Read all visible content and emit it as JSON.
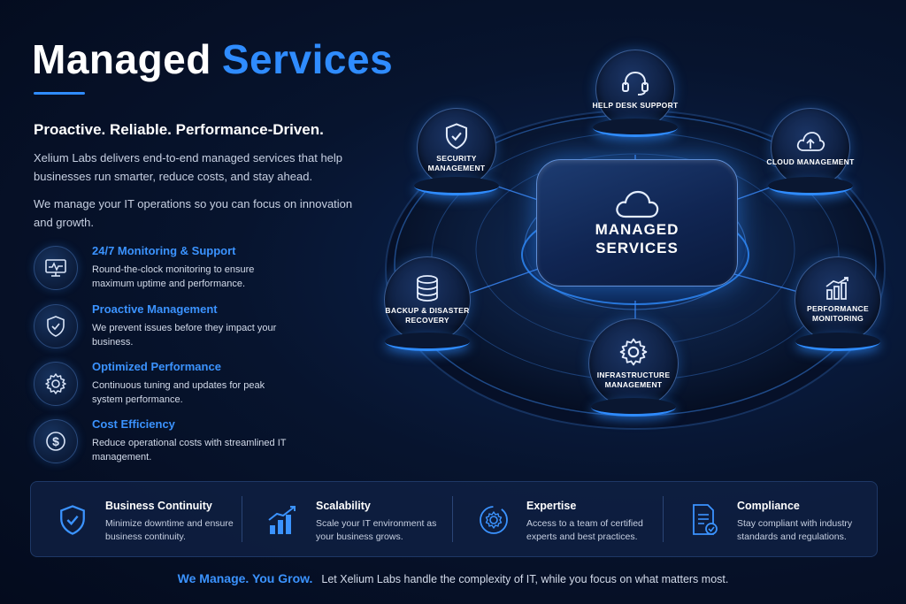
{
  "header": {
    "title_part1": "Managed",
    "title_part2": "Services",
    "tagline": "Proactive. Reliable. Performance-Driven.",
    "intro1": "Xelium Labs delivers end-to-end managed services that help businesses run smarter, reduce costs, and stay ahead.",
    "intro2": "We manage your IT operations so you can focus on innovation and growth."
  },
  "features": [
    {
      "icon": "monitor-pulse-icon",
      "title": "24/7 Monitoring & Support",
      "desc": "Round-the-clock monitoring to ensure maximum uptime and performance."
    },
    {
      "icon": "shield-check-icon",
      "title": "Proactive Management",
      "desc": "We prevent issues before they impact your business."
    },
    {
      "icon": "gear-icon",
      "title": "Optimized Performance",
      "desc": "Continuous tuning and updates for peak system performance."
    },
    {
      "icon": "dollar-icon",
      "title": "Cost Efficiency",
      "desc": "Reduce operational costs with streamlined IT management."
    }
  ],
  "diagram": {
    "center": "MANAGED SERVICES",
    "nodes": [
      {
        "icon": "headset-icon",
        "label": "HELP DESK SUPPORT"
      },
      {
        "icon": "shield-check-icon",
        "label": "SECURITY MANAGEMENT"
      },
      {
        "icon": "cloud-upload-icon",
        "label": "CLOUD MANAGEMENT"
      },
      {
        "icon": "database-icon",
        "label": "BACKUP & DISASTER RECOVERY"
      },
      {
        "icon": "bar-chart-icon",
        "label": "PERFORMANCE MONITORING"
      },
      {
        "icon": "gear-icon",
        "label": "INFRASTRUCTURE MANAGEMENT"
      }
    ]
  },
  "benefits": [
    {
      "icon": "shield-check-icon",
      "title": "Business Continuity",
      "desc": "Minimize downtime and ensure business continuity."
    },
    {
      "icon": "growth-chart-icon",
      "title": "Scalability",
      "desc": "Scale your IT environment as your business grows."
    },
    {
      "icon": "gear-cycle-icon",
      "title": "Expertise",
      "desc": "Access to a team of certified experts and best practices."
    },
    {
      "icon": "document-check-icon",
      "title": "Compliance",
      "desc": "Stay compliant with industry standards and regulations."
    }
  ],
  "footer": {
    "slogan": "We Manage. You Grow.",
    "text": "Let Xelium Labs handle the complexity of IT, while you focus on what matters most."
  },
  "colors": {
    "accent": "#2f8cff",
    "background": "#07142e",
    "text": "#ffffff"
  }
}
